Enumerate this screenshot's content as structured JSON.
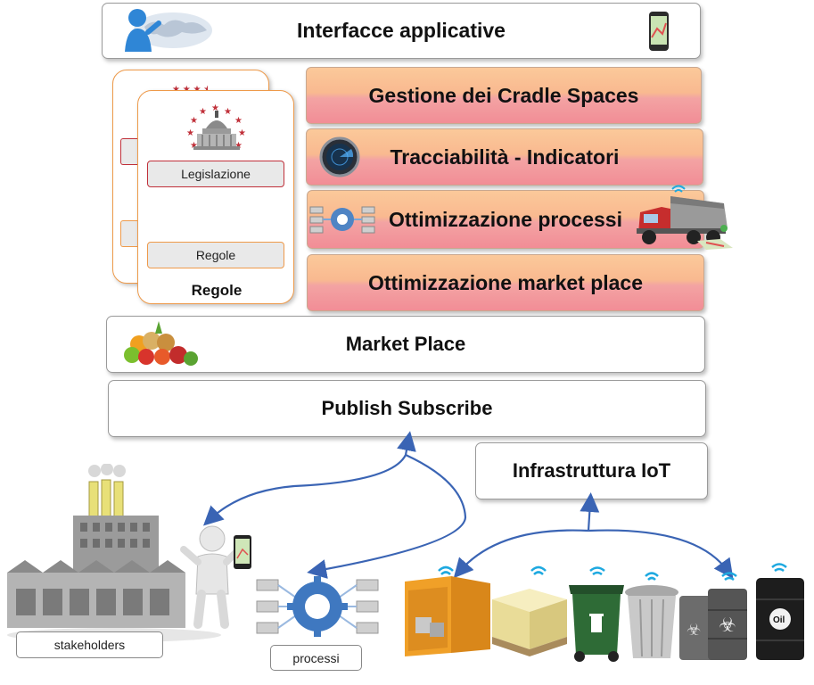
{
  "layers": {
    "interfacce": "Interfacce applicative",
    "gestione": "Gestione dei Cradle Spaces",
    "tracciabilita": "Tracciabilità - Indicatori",
    "ottimizzazione_processi": "Ottimizzazione processi",
    "ottimizzazione_market": "Ottimizzazione market place",
    "market_place": "Market Place",
    "publish_subscribe": "Publish Subscribe",
    "infrastruttura_iot": "Infrastruttura IoT"
  },
  "rules_card": {
    "legislazione": "Legislazione",
    "regole_pill": "Regole",
    "title": "Regole"
  },
  "labels": {
    "stakeholders": "stakeholders",
    "processi": "processi"
  },
  "colors": {
    "bar_top": "#fbc99a",
    "bar_bottom": "#f28d96",
    "card_border": "#ee9a4a",
    "legislazione_border": "#c0303a",
    "arrow": "#3a64b4"
  },
  "icons": [
    "globe-person-icon",
    "smartphone-icon",
    "capitol-icon",
    "radar-icon",
    "gear-process-icon",
    "truck-icon",
    "fruit-icon",
    "factory-icon",
    "person-phone-icon",
    "container-icon",
    "pallet-icon",
    "trash-bin-icon",
    "metal-bin-icon",
    "biohazard-barrel-icon",
    "oil-barrel-icon",
    "wifi-icon"
  ]
}
